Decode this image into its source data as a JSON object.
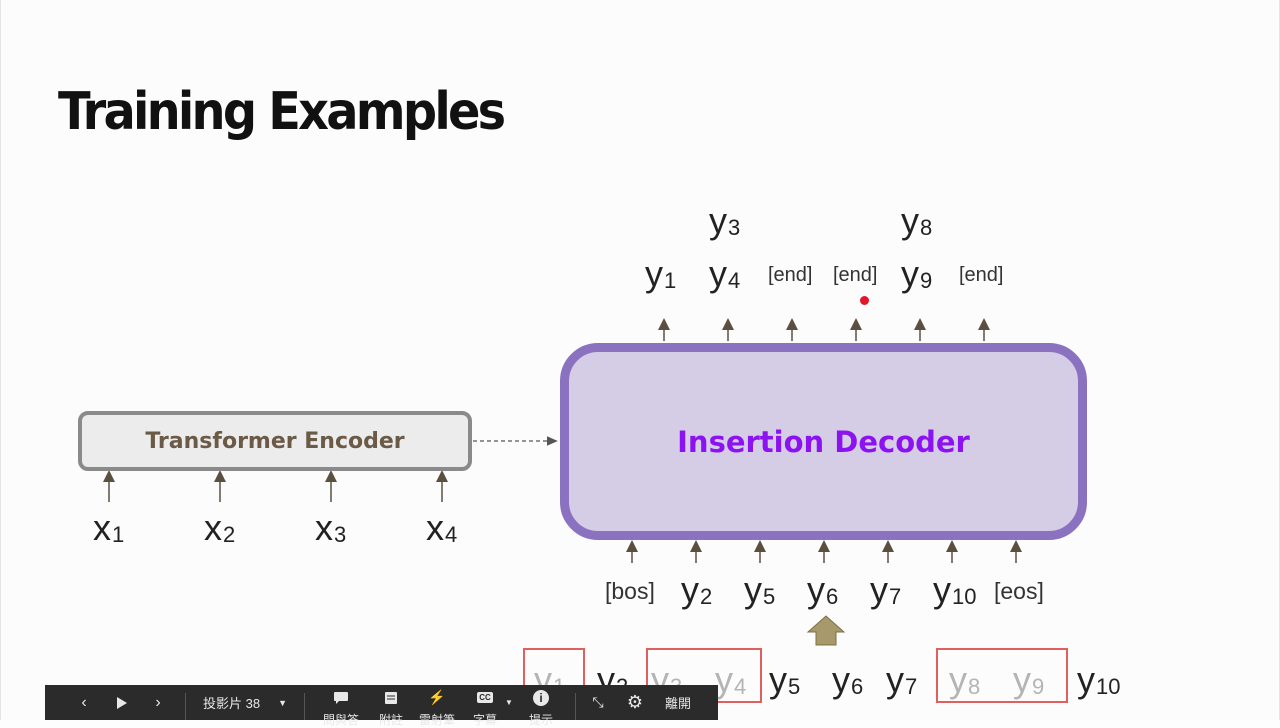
{
  "slide": {
    "title": "Training Examples",
    "encoder_label": "Transformer Encoder",
    "decoder_label": "Insertion Decoder",
    "x_tokens": [
      {
        "base": "x",
        "sub": "1"
      },
      {
        "base": "x",
        "sub": "2"
      },
      {
        "base": "x",
        "sub": "3"
      },
      {
        "base": "x",
        "sub": "4"
      }
    ],
    "decoder_inputs": {
      "bos": "[bos]",
      "y2": {
        "base": "y",
        "sub": "2"
      },
      "y5": {
        "base": "y",
        "sub": "5"
      },
      "y6": {
        "base": "y",
        "sub": "6"
      },
      "y7": {
        "base": "y",
        "sub": "7"
      },
      "y10": {
        "base": "y",
        "sub": "10"
      },
      "eos": "[eos]"
    },
    "decoder_outputs": {
      "y3": {
        "base": "y",
        "sub": "3"
      },
      "y8": {
        "base": "y",
        "sub": "8"
      },
      "y1": {
        "base": "y",
        "sub": "1"
      },
      "y4": {
        "base": "y",
        "sub": "4"
      },
      "end1": "[end]",
      "end2": "[end]",
      "y9": {
        "base": "y",
        "sub": "9"
      },
      "end3": "[end]"
    },
    "sequence": {
      "y1": {
        "base": "y",
        "sub": "1"
      },
      "y2": {
        "base": "y",
        "sub": "2"
      },
      "y3": {
        "base": "y",
        "sub": "3"
      },
      "y4": {
        "base": "y",
        "sub": "4"
      },
      "y5": {
        "base": "y",
        "sub": "5"
      },
      "y6": {
        "base": "y",
        "sub": "6"
      },
      "y7": {
        "base": "y",
        "sub": "7"
      },
      "y8": {
        "base": "y",
        "sub": "8"
      },
      "y9": {
        "base": "y",
        "sub": "9"
      },
      "y10": {
        "base": "y",
        "sub": "10"
      }
    }
  },
  "toolbar": {
    "slide_label": "投影片 38",
    "qa_label": "問與答",
    "notes_label": "附註",
    "laser_label": "雷射筆",
    "captions_label": "字幕",
    "info_label": "提示",
    "exit_label": "離開"
  },
  "colors": {
    "encoder_border": "#8a8a8a",
    "encoder_text": "#6b5a45",
    "decoder_fill": "#d5cce6",
    "decoder_border": "#8a72c0",
    "decoder_text": "#8c12f2",
    "arrow": "#5b5040",
    "highlight_box": "#e06060",
    "big_arrow": "#a8996a",
    "laser_dot": "#e0162b"
  },
  "icons": {
    "prev": "chevron-left-icon",
    "play": "play-icon",
    "next": "chevron-right-icon",
    "qa": "chat-icon",
    "notes": "notes-icon",
    "laser": "laser-icon",
    "captions": "cc-icon",
    "info": "info-icon",
    "fullscreen_exit": "compress-icon",
    "settings": "gear-icon"
  }
}
